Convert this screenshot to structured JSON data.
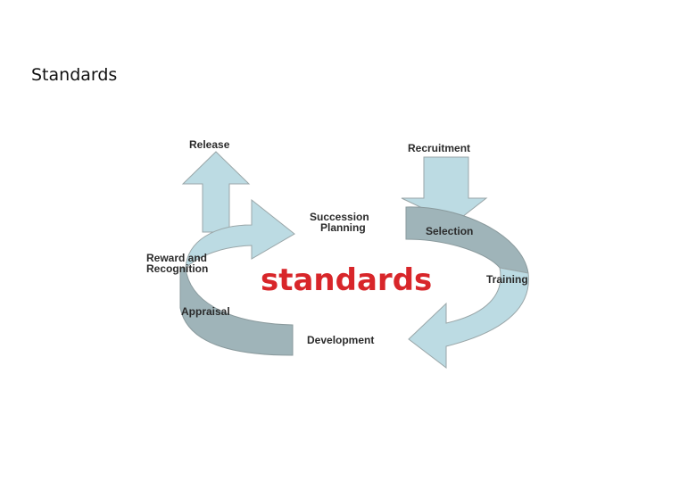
{
  "slide": {
    "title": "Standards"
  },
  "diagram": {
    "center_text": "standards",
    "labels": {
      "release": "Release",
      "recruitment": "Recruitment",
      "succession_line1": "Succession",
      "succession_line2": "Planning",
      "selection": "Selection",
      "reward_line1": "Reward and",
      "reward_line2": "Recognition",
      "training": "Training",
      "appraisal": "Appraisal",
      "development": "Development"
    },
    "colors": {
      "light_arrow": "#bcdbe3",
      "dark_band": "#9fb4b9",
      "outline": "#9aa6a8",
      "center_text": "#d8262a"
    }
  }
}
